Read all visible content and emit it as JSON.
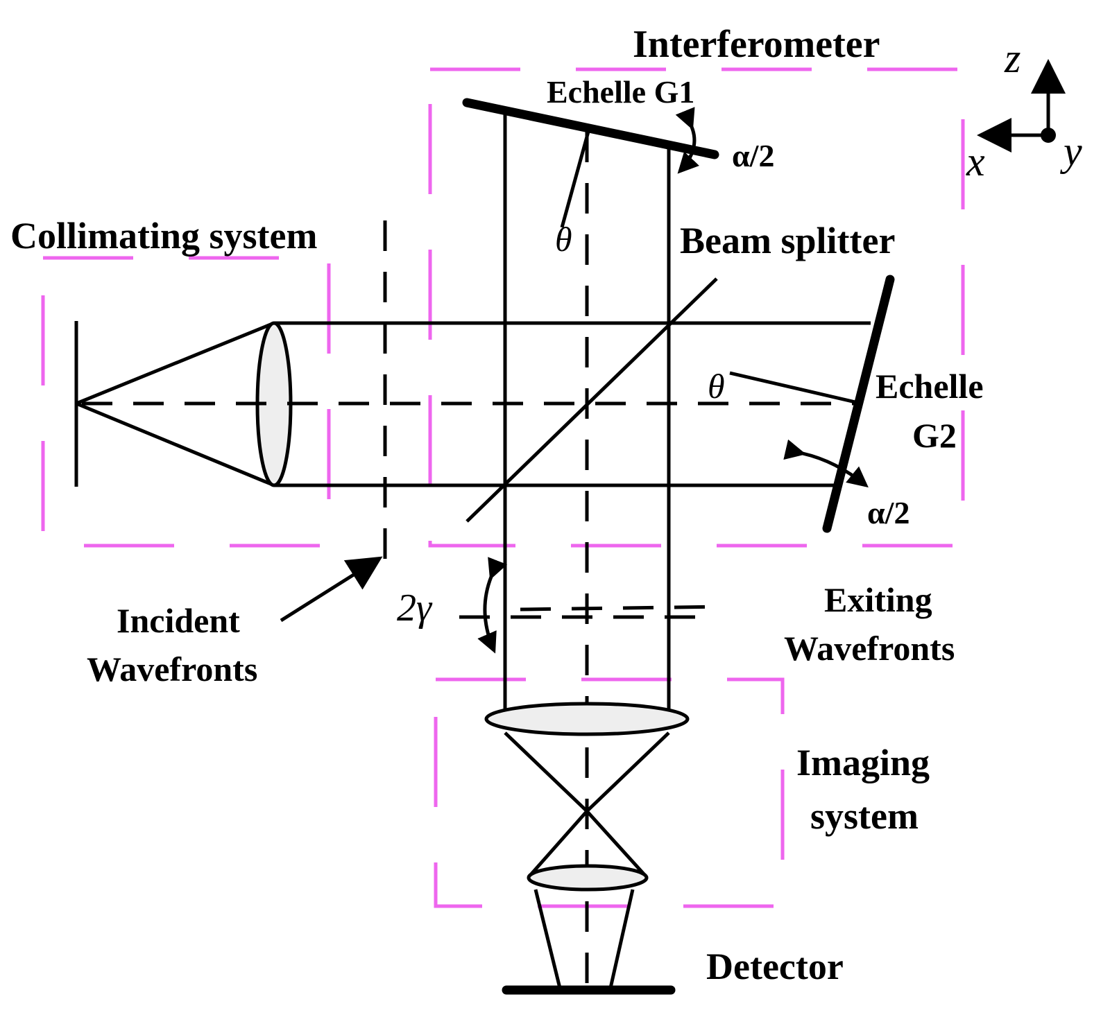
{
  "labels": {
    "interferometer": "Interferometer",
    "echelle_g1": "Echelle G1",
    "alpha_top": "α/2",
    "collimating": "Collimating system",
    "theta_top": "θ",
    "beam_splitter": "Beam splitter",
    "theta_right": "θ",
    "echelle_g2_line1": "Echelle",
    "echelle_g2_line2": "G2",
    "alpha_right": "α/2",
    "two_gamma": "2γ",
    "exiting_line1": "Exiting",
    "exiting_line2": "Wavefronts",
    "incident_line1": "Incident",
    "incident_line2": "Wavefronts",
    "imaging_line1": "Imaging",
    "imaging_line2": "system",
    "detector": "Detector",
    "axis_z": "z",
    "axis_x": "x",
    "axis_y": "y"
  },
  "colors": {
    "ink": "#000000",
    "box_dash": "#ee66ee",
    "lens_fill": "#eeeeee"
  }
}
